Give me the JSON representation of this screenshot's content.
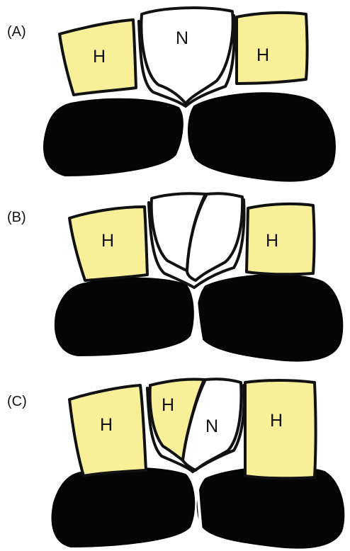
{
  "panels": [
    {
      "label": "(A)",
      "cells": [
        {
          "kind": "H",
          "label": "H",
          "color": "#f7f099"
        },
        {
          "kind": "N",
          "label": "N",
          "color": "#ffffff"
        },
        {
          "kind": "H",
          "label": "H",
          "color": "#f7f099"
        }
      ]
    },
    {
      "label": "(B)",
      "cells": [
        {
          "kind": "H",
          "label": "H",
          "color": "#f7f099"
        },
        {
          "kind": "unlabeled",
          "label": "",
          "color": "#ffffff"
        },
        {
          "kind": "unlabeled",
          "label": "",
          "color": "#ffffff"
        },
        {
          "kind": "H",
          "label": "H",
          "color": "#f7f099"
        }
      ]
    },
    {
      "label": "(C)",
      "cells": [
        {
          "kind": "H",
          "label": "H",
          "color": "#f7f099"
        },
        {
          "kind": "H",
          "label": "H",
          "color": "#f7f099"
        },
        {
          "kind": "N",
          "label": "N",
          "color": "#ffffff"
        },
        {
          "kind": "H",
          "label": "H",
          "color": "#f7f099"
        }
      ]
    }
  ],
  "colors": {
    "hair_cell": "#f7f099",
    "unlabeled_cell": "#ffffff",
    "support_cell": "#050505",
    "outline": "#111111"
  }
}
